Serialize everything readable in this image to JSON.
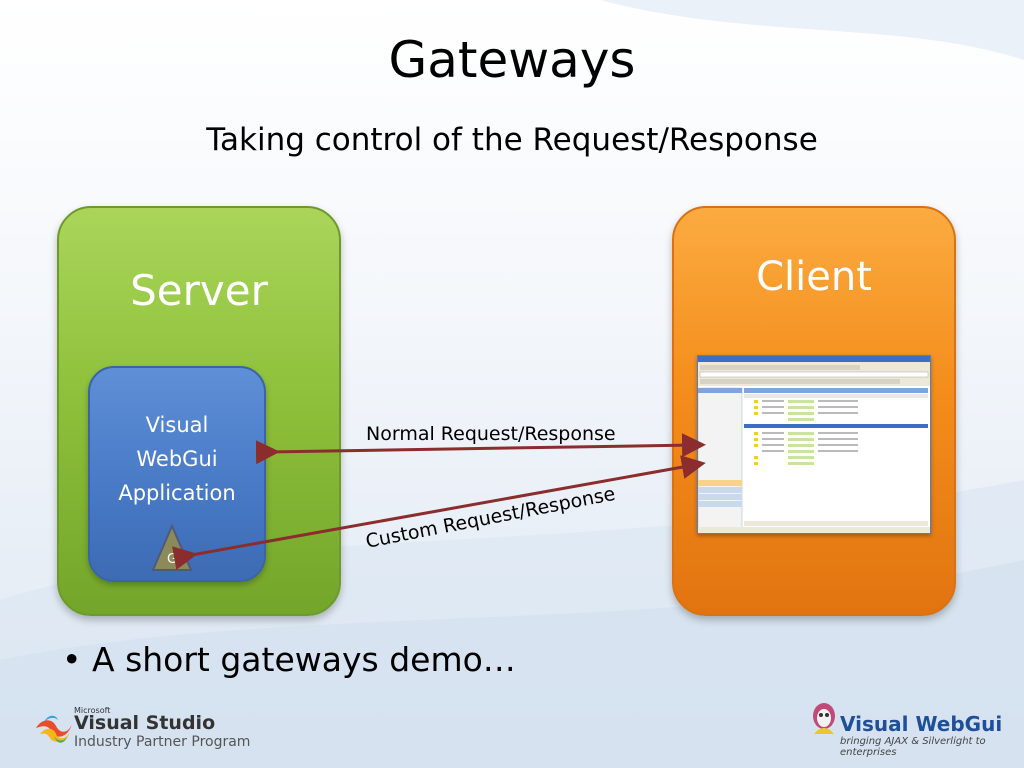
{
  "title": "Gateways",
  "subtitle": "Taking control of the Request/Response",
  "server": {
    "label": "Server"
  },
  "client": {
    "label": "Client"
  },
  "application": {
    "lines": [
      "Visual",
      "WebGui",
      "Application"
    ]
  },
  "gateway": {
    "label": "G"
  },
  "arrows": {
    "normal": {
      "label": "Normal Request/Response"
    },
    "custom": {
      "label": "Custom Request/Response"
    }
  },
  "bullets": [
    "A short gateways demo…"
  ],
  "footer": {
    "left_logo": {
      "small": "Microsoft",
      "name": "Visual Studio",
      "sub": "Industry Partner Program"
    },
    "right_logo": {
      "name": "Visual WebGui",
      "sub": "bringing AJAX & Silverlight to enterprises"
    }
  },
  "colors": {
    "server": "#8fc13c",
    "client": "#f48d1c",
    "application": "#4a7cc8",
    "gateway": "#8d8a5a",
    "arrow": "#8b2d2d"
  }
}
